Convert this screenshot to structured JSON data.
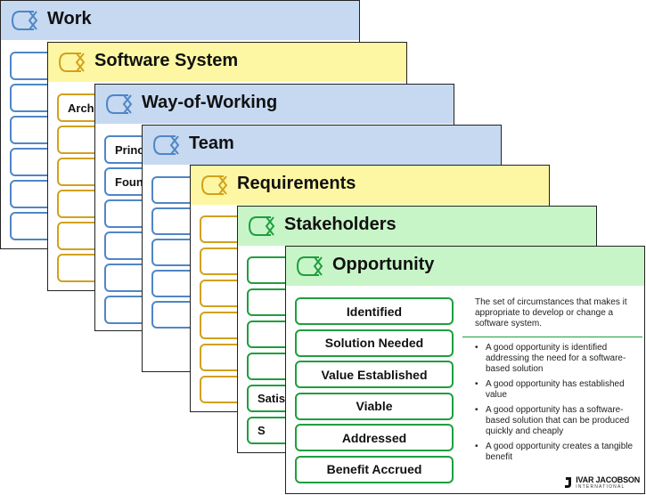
{
  "colors": {
    "blue_header": "#c6d9f1",
    "blue_border": "#4f86c6",
    "yellow_header": "#fdf7a3",
    "yellow_border": "#d2a11c",
    "green_header": "#c8f5c8",
    "green_border": "#1f9e3f"
  },
  "cards": [
    {
      "title": "Work",
      "icon": "alpha-cycle-icon",
      "color": "blue",
      "states": [
        "",
        "",
        "",
        "",
        "",
        ""
      ]
    },
    {
      "title": "Software System",
      "icon": "alpha-cycle-icon",
      "color": "yellow",
      "states": [
        "Arch",
        "",
        "",
        "",
        "",
        ""
      ]
    },
    {
      "title": "Way-of-Working",
      "icon": "alpha-cycle-icon",
      "color": "blue",
      "states": [
        "Princ",
        "Foun",
        "",
        "",
        "",
        ""
      ]
    },
    {
      "title": "Team",
      "icon": "alpha-cycle-icon",
      "color": "blue",
      "states": [
        "",
        "",
        "",
        "",
        ""
      ]
    },
    {
      "title": "Requirements",
      "icon": "alpha-cycle-icon",
      "color": "yellow",
      "states": [
        "",
        "",
        "",
        "",
        "",
        ""
      ]
    },
    {
      "title": "Stakeholders",
      "icon": "alpha-cycle-icon",
      "color": "green",
      "states": [
        "",
        "",
        "",
        "",
        "Satisf",
        "S"
      ]
    }
  ],
  "opportunity": {
    "title": "Opportunity",
    "icon": "alpha-cycle-icon",
    "states": [
      "Identified",
      "Solution Needed",
      "Value Established",
      "Viable",
      "Addressed",
      "Benefit Accrued"
    ],
    "description": "The set of circumstances that makes it appropriate to develop or change a software system.",
    "checklist": [
      "A good opportunity is identified addressing the need for a software-based solution",
      "A good opportunity has established value",
      "A good opportunity has a software-based solution that can be produced quickly and cheaply",
      "A good opportunity creates a tangible benefit"
    ]
  },
  "logo": {
    "main": "IVAR JACOBSON",
    "sub": "INTERNATIONAL"
  }
}
